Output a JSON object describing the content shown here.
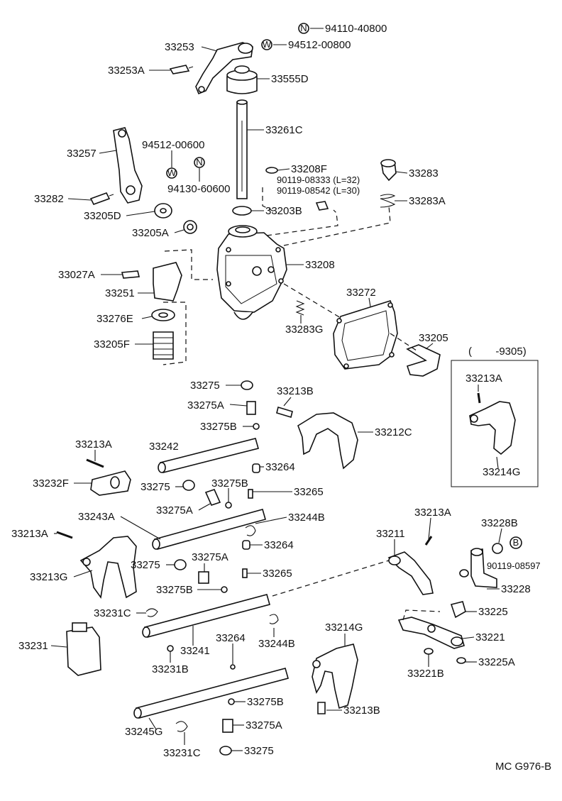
{
  "diagram": {
    "footer_code": "MC G976-B",
    "inset_label": "(        -9305)",
    "symbols": {
      "N": "N",
      "W": "W",
      "B": "B"
    },
    "labels": {
      "p94110_40800": "94110-40800",
      "p94512_00800": "94512-00800",
      "p33253": "33253",
      "p33253A": "33253A",
      "p33555D": "33555D",
      "p33261C": "33261C",
      "p33257": "33257",
      "p94512_00600": "94512-00600",
      "p94130_60600": "94130-60600",
      "p33282": "33282",
      "p33205D": "33205D",
      "p33205A": "33205A",
      "p33208F": "33208F",
      "p90119_08333": "90119-08333 (L=32)",
      "p90119_08542": "90119-08542 (L=30)",
      "p33203B": "33203B",
      "p33283": "33283",
      "p33283A": "33283A",
      "p33027A": "33027A",
      "p33208": "33208",
      "p33251": "33251",
      "p33272": "33272",
      "p33276E": "33276E",
      "p33283G": "33283G",
      "p33205F": "33205F",
      "p33205": "33205",
      "p33213A_inset": "33213A",
      "p33214G_inset": "33214G",
      "p33275_a": "33275",
      "p33213B_a": "33213B",
      "p33275A_a": "33275A",
      "p33275B_a": "33275B",
      "p33212C": "33212C",
      "p33213A_a": "33213A",
      "p33242": "33242",
      "p33264_a": "33264",
      "p33232F": "33232F",
      "p33275_b": "33275",
      "p33275B_b": "33275B",
      "p33265_a": "33265",
      "p33275A_b": "33275A",
      "p33243A": "33243A",
      "p33244B_a": "33244B",
      "p33213A_b": "33213A",
      "p33264_b": "33264",
      "p33213G": "33213G",
      "p33275_c": "33275",
      "p33275A_c": "33275A",
      "p33265_b": "33265",
      "p33275B_c": "33275B",
      "p33213A_c": "33213A",
      "p33211": "33211",
      "p33228B": "33228B",
      "p90119_08597": "90119-08597",
      "p33228": "33228",
      "p33225": "33225",
      "p33231C_a": "33231C",
      "p33231": "33231",
      "p33241": "33241",
      "p33264_c": "33264",
      "p33244B_b": "33244B",
      "p33231B": "33231B",
      "p33214G": "33214G",
      "p33221": "33221",
      "p33221B": "33221B",
      "p33225A": "33225A",
      "p33275B_d": "33275B",
      "p33213B_b": "33213B",
      "p33245G": "33245G",
      "p33275A_d": "33275A",
      "p33231C_b": "33231C",
      "p33275_d": "33275"
    }
  }
}
